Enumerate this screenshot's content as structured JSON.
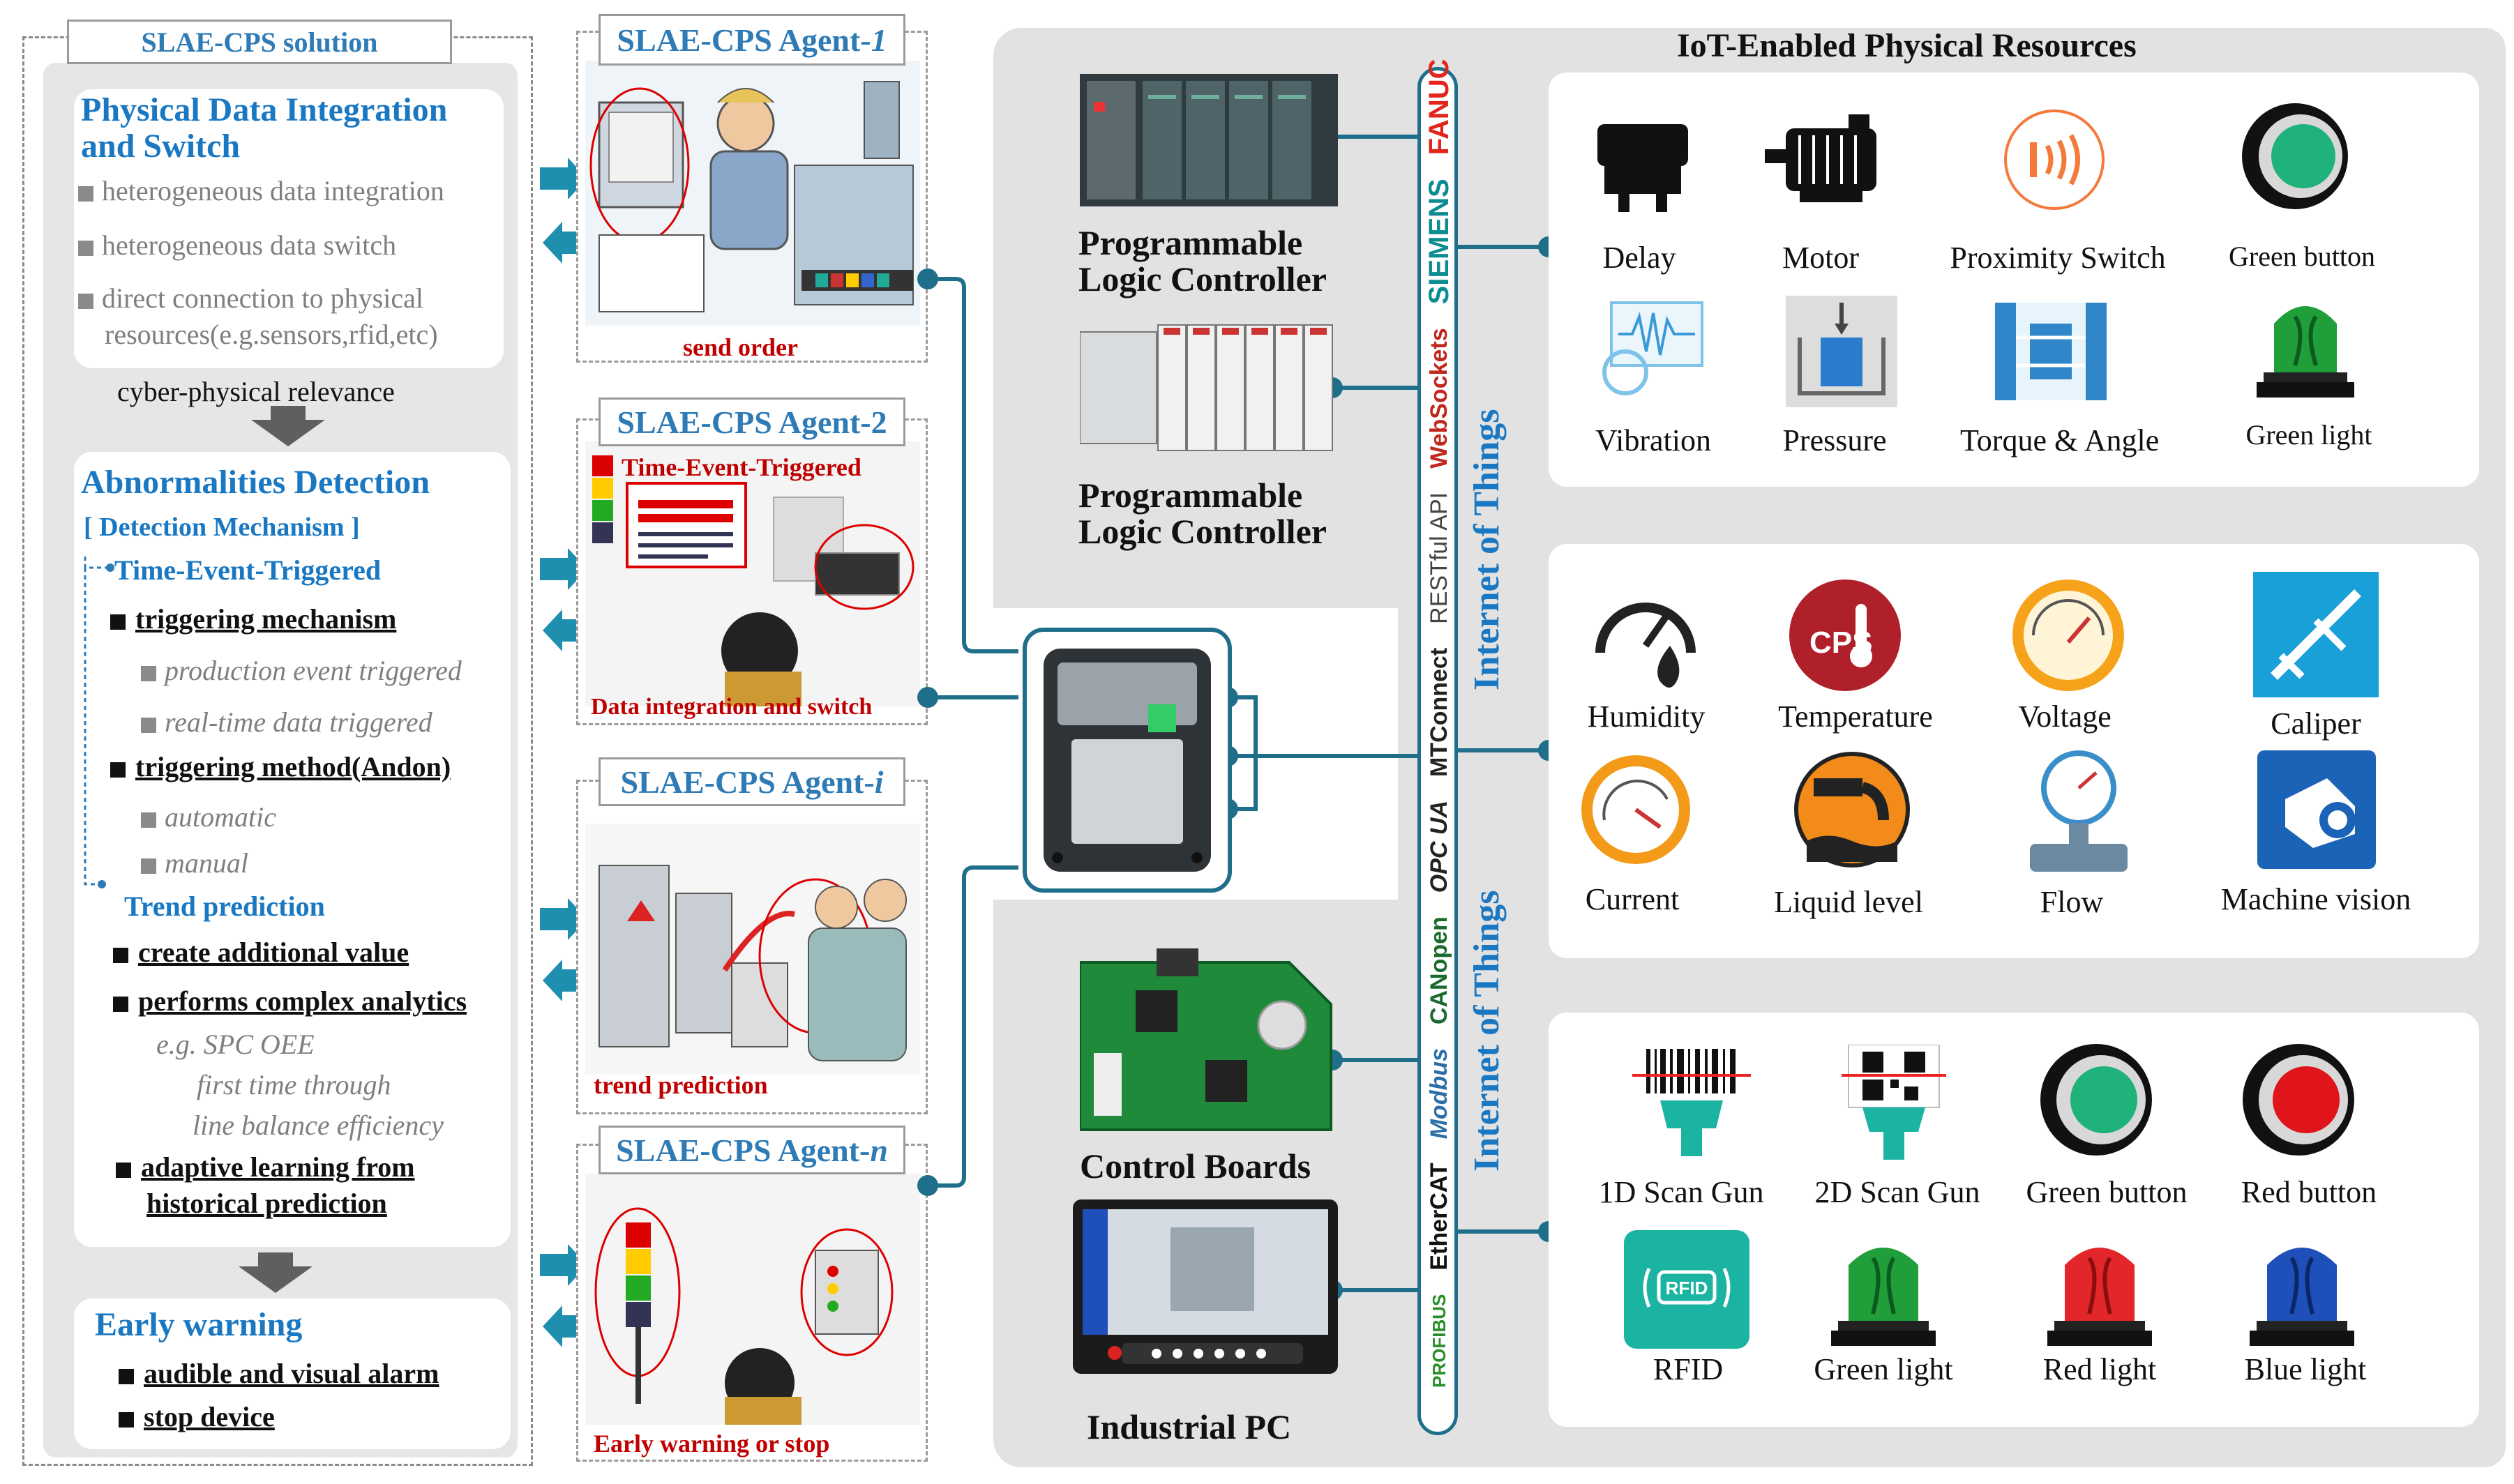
{
  "left_panel": {
    "title": "SLAE-CPS solution",
    "pdi": {
      "heading_line1": "Physical Data Integration",
      "heading_line2": "and Switch",
      "items": [
        "heterogeneous data integration",
        "heterogeneous data switch",
        "direct connection to physical",
        "resources(e.g.sensors,rfid,etc)"
      ]
    },
    "relevance": "cyber-physical relevance",
    "ad": {
      "heading": "Abnormalities Detection",
      "mechanism": "[ Detection Mechanism ]",
      "tet": "Time-Event-Triggered",
      "trig_mech": "triggering mechanism",
      "prod_event": "production event triggered",
      "realtime": "real-time data triggered",
      "trig_method": "triggering method(Andon)",
      "automatic": "automatic",
      "manual": "manual",
      "trend": "Trend prediction",
      "create_value": "create additional value",
      "complex": "performs complex analytics",
      "eg1": "e.g. SPC  OEE",
      "eg2": "first time through",
      "eg3": "line balance efficiency",
      "adaptive1": "adaptive learning from",
      "adaptive2": "historical prediction"
    },
    "ew": {
      "heading": "Early warning",
      "item1": "audible and visual alarm",
      "item2": "stop device"
    }
  },
  "agents": [
    {
      "title_main": "SLAE-CPS Agent-",
      "title_suffix": "1",
      "caption": "send order"
    },
    {
      "title_main": "SLAE-CPS Agent-2",
      "title_suffix": "",
      "top_text": "Time-Event-Triggered",
      "caption": "Data integration and switch"
    },
    {
      "title_main": "SLAE-CPS Agent-",
      "title_suffix": "i",
      "caption": "trend prediction"
    },
    {
      "title_main": "SLAE-CPS Agent-",
      "title_suffix": "n",
      "caption": "Early warning or stop"
    }
  ],
  "devices": {
    "plc1_line1": "Programmable",
    "plc1_line2": "Logic Controller",
    "plc2_line1": "Programmable",
    "plc2_line2": "Logic Controller",
    "control_boards": "Control Boards",
    "industrial_pc": "Industrial PC"
  },
  "protocols": [
    "FANUC",
    "SIEMENS",
    "WebSockets",
    "RESTful API",
    "MTConnect",
    "OPC UA",
    "CANopen",
    "Modbus",
    "EtherCAT",
    "PROFIBUS"
  ],
  "iot_label_1": "Internet of Things",
  "iot_label_2": "Internet of Things",
  "resources": {
    "title": "IoT-Enabled Physical Resources",
    "card1": [
      "Delay",
      "Motor",
      "Proximity Switch",
      "Green button",
      "Vibration",
      "Pressure",
      "Torque & Angle",
      "Green light"
    ],
    "card2": [
      "Humidity",
      "Temperature",
      "Voltage",
      "Caliper",
      "Current",
      "Liquid level",
      "Flow",
      "Machine vision"
    ],
    "card3": [
      "1D Scan Gun",
      "2D Scan Gun",
      "Green button",
      "Red button",
      "RFID",
      "Green light",
      "Red light",
      "Blue light"
    ],
    "cps_text": "CPS",
    "rfid_text": "RFID"
  },
  "colors": {
    "accent_blue": "#1a78c2",
    "teal": "#1f6f8b",
    "red": "#c00000",
    "panel_grey": "#e2e2e2"
  }
}
